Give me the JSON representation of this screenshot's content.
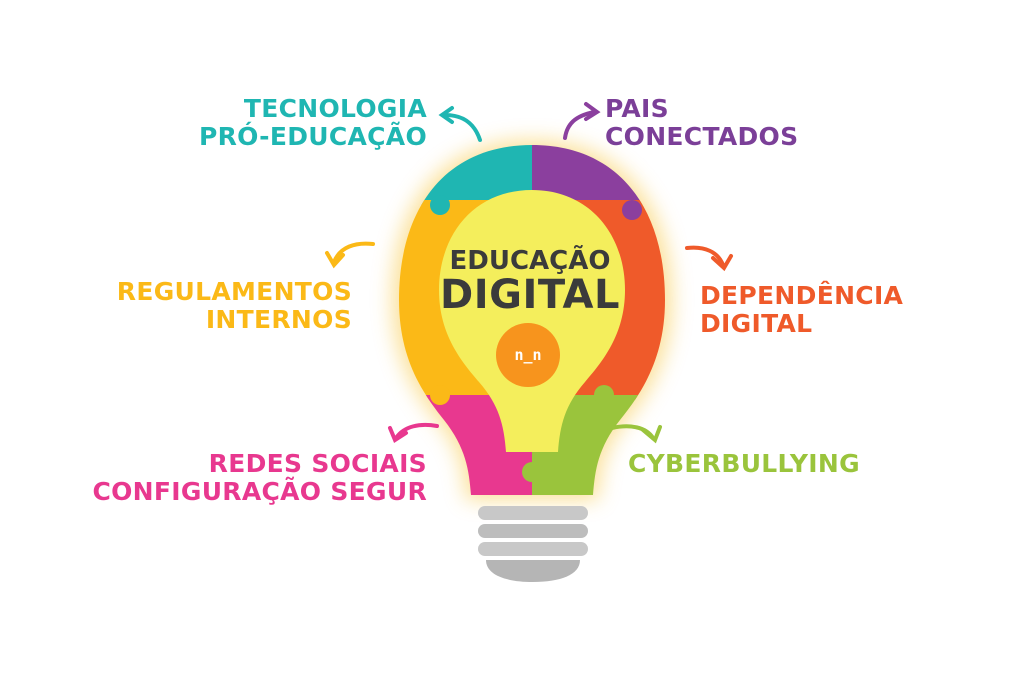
{
  "center": {
    "title_line1": "EDUCAÇÃO",
    "title_line2": "DIGITAL",
    "logo_text": "n_n"
  },
  "topics": [
    {
      "id": "tecnologia",
      "lines": [
        "TECNOLOGIA",
        "PRÓ-EDUCAÇÃO"
      ],
      "color": "#1fb6b2"
    },
    {
      "id": "pais",
      "lines": [
        "PAIS",
        "CONECTADOS"
      ],
      "color": "#7b3f98"
    },
    {
      "id": "regulamentos",
      "lines": [
        "REGULAMENTOS",
        "INTERNOS"
      ],
      "color": "#fbb917"
    },
    {
      "id": "dependencia",
      "lines": [
        "DEPENDÊNCIA",
        "DIGITAL"
      ],
      "color": "#ef5a2a"
    },
    {
      "id": "redes",
      "lines": [
        "REDES SOCIAIS",
        "CONFIGURAÇÃO SEGUR"
      ],
      "color": "#e8388f"
    },
    {
      "id": "cyber",
      "lines": [
        "CYBERBULLYING"
      ],
      "color": "#9ac43c"
    }
  ],
  "colors": {
    "center_fill": "#f4ee5c",
    "logo": "#f7941d",
    "base": "#c8c8c8",
    "title": "#3b3b3b"
  }
}
